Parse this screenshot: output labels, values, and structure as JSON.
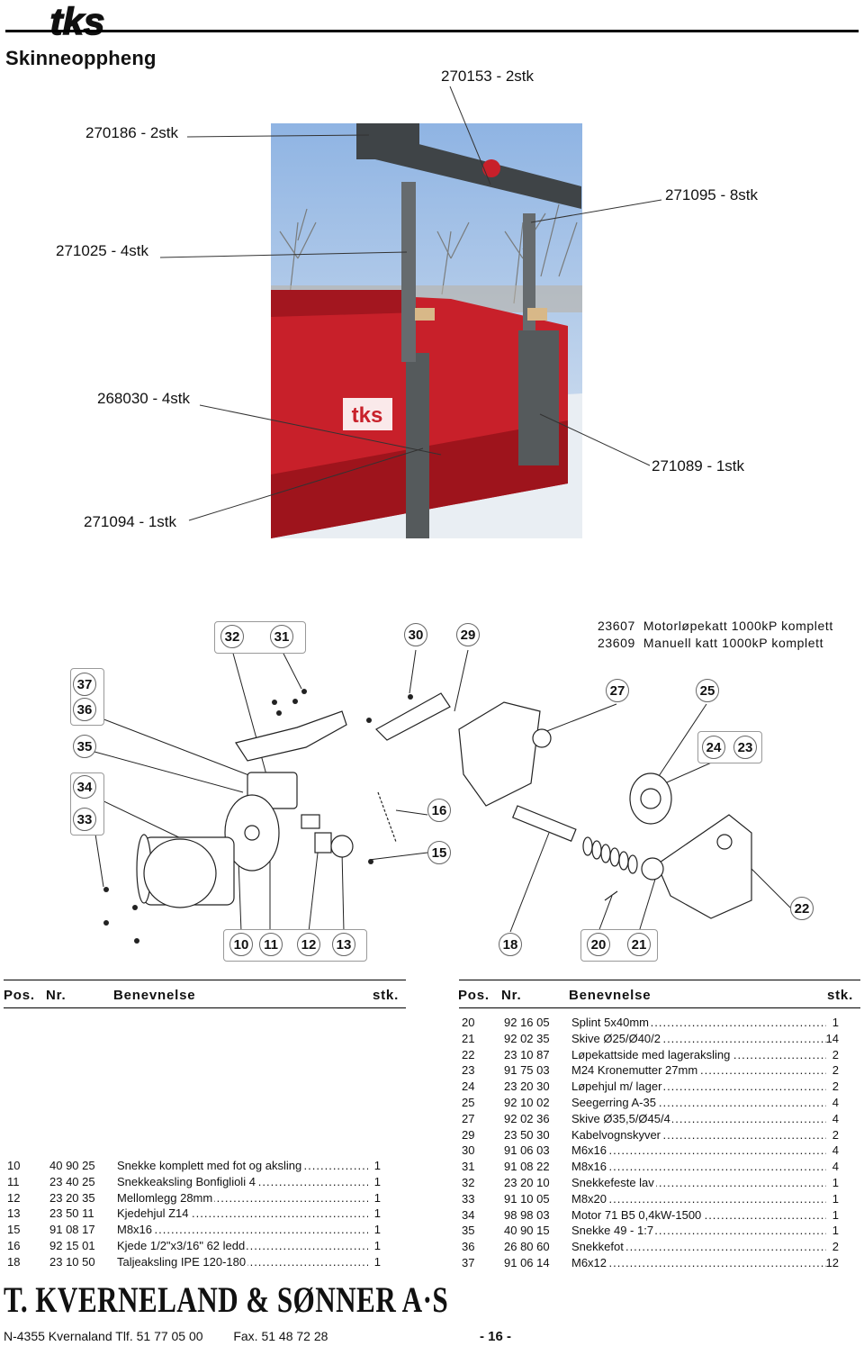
{
  "header": {
    "brand": "tks",
    "section_title": "Skinneoppheng"
  },
  "callouts": [
    {
      "text": "270153 - 2stk"
    },
    {
      "text": "270186 - 2stk"
    },
    {
      "text": "271095 - 8stk"
    },
    {
      "text": "271025 - 4stk"
    },
    {
      "text": "268030 - 4stk"
    },
    {
      "text": "271089 - 1stk"
    },
    {
      "text": "271094 - 1stk"
    }
  ],
  "kits": [
    {
      "nr": "23607",
      "name": "Motorløpekatt 1000kP komplett"
    },
    {
      "nr": "23609",
      "name": "Manuell katt 1000kP komplett"
    }
  ],
  "part_balloons": [
    "32",
    "31",
    "30",
    "29",
    "37",
    "36",
    "35",
    "34",
    "33",
    "27",
    "25",
    "24",
    "23",
    "16",
    "15",
    "22",
    "10",
    "11",
    "12",
    "13",
    "18",
    "20",
    "21"
  ],
  "table_headers": {
    "pos": "Pos.",
    "nr": "Nr.",
    "name": "Benevnelse",
    "qty": "stk."
  },
  "left_parts": [
    {
      "pos": "10",
      "nr": "40 90 25",
      "name": "Snekke komplett med fot og aksling",
      "qty": "1"
    },
    {
      "pos": "11",
      "nr": "23 40 25",
      "name": "Snekkeaksling Bonfiglioli 4",
      "qty": "1"
    },
    {
      "pos": "12",
      "nr": "23 20 35",
      "name": "Mellomlegg 28mm",
      "qty": "1"
    },
    {
      "pos": "13",
      "nr": "23 50 11",
      "name": "Kjedehjul Z14",
      "qty": "1"
    },
    {
      "pos": "15",
      "nr": "91 08 17",
      "name": "M8x16",
      "qty": "1"
    },
    {
      "pos": "16",
      "nr": "92 15 01",
      "name": "Kjede 1/2\"x3/16\" 62 ledd",
      "qty": "1"
    },
    {
      "pos": "18",
      "nr": "23 10 50",
      "name": "Taljeaksling IPE 120-180",
      "qty": "1"
    }
  ],
  "right_parts": [
    {
      "pos": "20",
      "nr": "92 16 05",
      "name": "Splint 5x40mm",
      "qty": "1"
    },
    {
      "pos": "21",
      "nr": "92 02 35",
      "name": "Skive Ø25/Ø40/2",
      "qty": "14"
    },
    {
      "pos": "22",
      "nr": "23 10 87",
      "name": "Løpekattside med lageraksling",
      "qty": "2"
    },
    {
      "pos": "23",
      "nr": "91 75 03",
      "name": "M24 Kronemutter 27mm",
      "qty": "2"
    },
    {
      "pos": "24",
      "nr": "23 20 30",
      "name": "Løpehjul m/ lager",
      "qty": "2"
    },
    {
      "pos": "25",
      "nr": "92 10 02",
      "name": "Seegerring A-35",
      "qty": "4"
    },
    {
      "pos": "27",
      "nr": "92 02 36",
      "name": "Skive Ø35,5/Ø45/4",
      "qty": "4"
    },
    {
      "pos": "29",
      "nr": "23 50 30",
      "name": "Kabelvognskyver",
      "qty": "2"
    },
    {
      "pos": "30",
      "nr": "91 06 03",
      "name": "M6x16",
      "qty": "4"
    },
    {
      "pos": "31",
      "nr": "91 08 22",
      "name": "M8x16",
      "qty": "4"
    },
    {
      "pos": "32",
      "nr": "23 20 10",
      "name": "Snekkefeste lav",
      "qty": "1"
    },
    {
      "pos": "33",
      "nr": "91 10 05",
      "name": "M8x20",
      "qty": "1"
    },
    {
      "pos": "34",
      "nr": "98 98 03",
      "name": "Motor 71 B5 0,4kW-1500",
      "qty": "1"
    },
    {
      "pos": "35",
      "nr": "40 90 15",
      "name": "Snekke 49 - 1:7",
      "qty": "1"
    },
    {
      "pos": "36",
      "nr": "26 80 60",
      "name": "Snekkefot",
      "qty": "2"
    },
    {
      "pos": "37",
      "nr": "91 06 14",
      "name": "M6x12",
      "qty": "12"
    }
  ],
  "footer": {
    "company": "T. KVERNELAND & SØNNER A·S",
    "address": "N-4355 Kvernaland Tlf. 51 77 05 00",
    "fax": "Fax. 51 48 72 28",
    "page": "- 16 -"
  },
  "colors": {
    "frame": "#c8202a",
    "post": "#555a5c",
    "sky": "#a9c8ea"
  }
}
